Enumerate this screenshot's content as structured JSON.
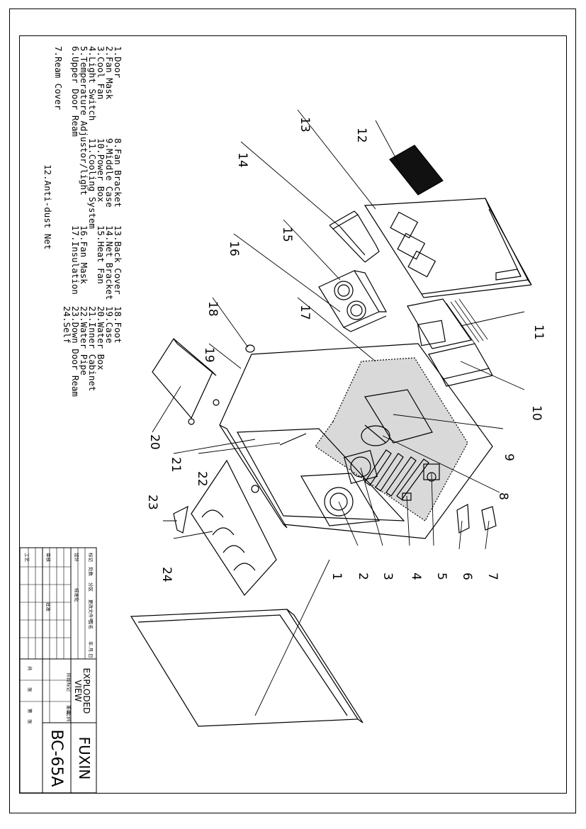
{
  "parts_list": {
    "col1": [
      "1.Door",
      "2.Fan Mask",
      "3.Cool Fan",
      "4.Light Switch",
      "5.Temperature Adjustor/light",
      "6.Upper Door Ream",
      "7.Ream Cover"
    ],
    "col2": [
      "8.Fan Bracket",
      "9.Middle Case",
      "10.Power Box",
      "11.Cooling System",
      "",
      "",
      "12.Anti-dust Net"
    ],
    "col3": [
      "13.Back Cover",
      "14.Net Bracket",
      "15.Heat Fan",
      "",
      "16.Fan Mask",
      "17.Insulation",
      ""
    ],
    "col4": [
      "18.Foot",
      "19.Case",
      "20.Water Box",
      "21.Inner Cabinet",
      "22.Water Pipe",
      "23.Down Door Ream",
      "24.Self"
    ]
  },
  "callouts": [
    "1",
    "2",
    "3",
    "4",
    "5",
    "6",
    "7",
    "8",
    "9",
    "10",
    "11",
    "12",
    "13",
    "14",
    "15",
    "16",
    "17",
    "18",
    "19",
    "20",
    "21",
    "22",
    "23",
    "24"
  ],
  "title_block": {
    "company": "FUXIN",
    "model": "BC-65A",
    "drawing_title_1": "EXPLODED",
    "drawing_title_2": "VIEW",
    "small_labels": [
      "标记",
      "处数",
      "分区",
      "更改文件号",
      "签名",
      "年.月.日",
      "设计",
      "标准化",
      "阶段标记",
      "重量",
      "比例",
      "审核",
      "工艺",
      "批准",
      "共",
      "张",
      "第",
      "张"
    ]
  }
}
